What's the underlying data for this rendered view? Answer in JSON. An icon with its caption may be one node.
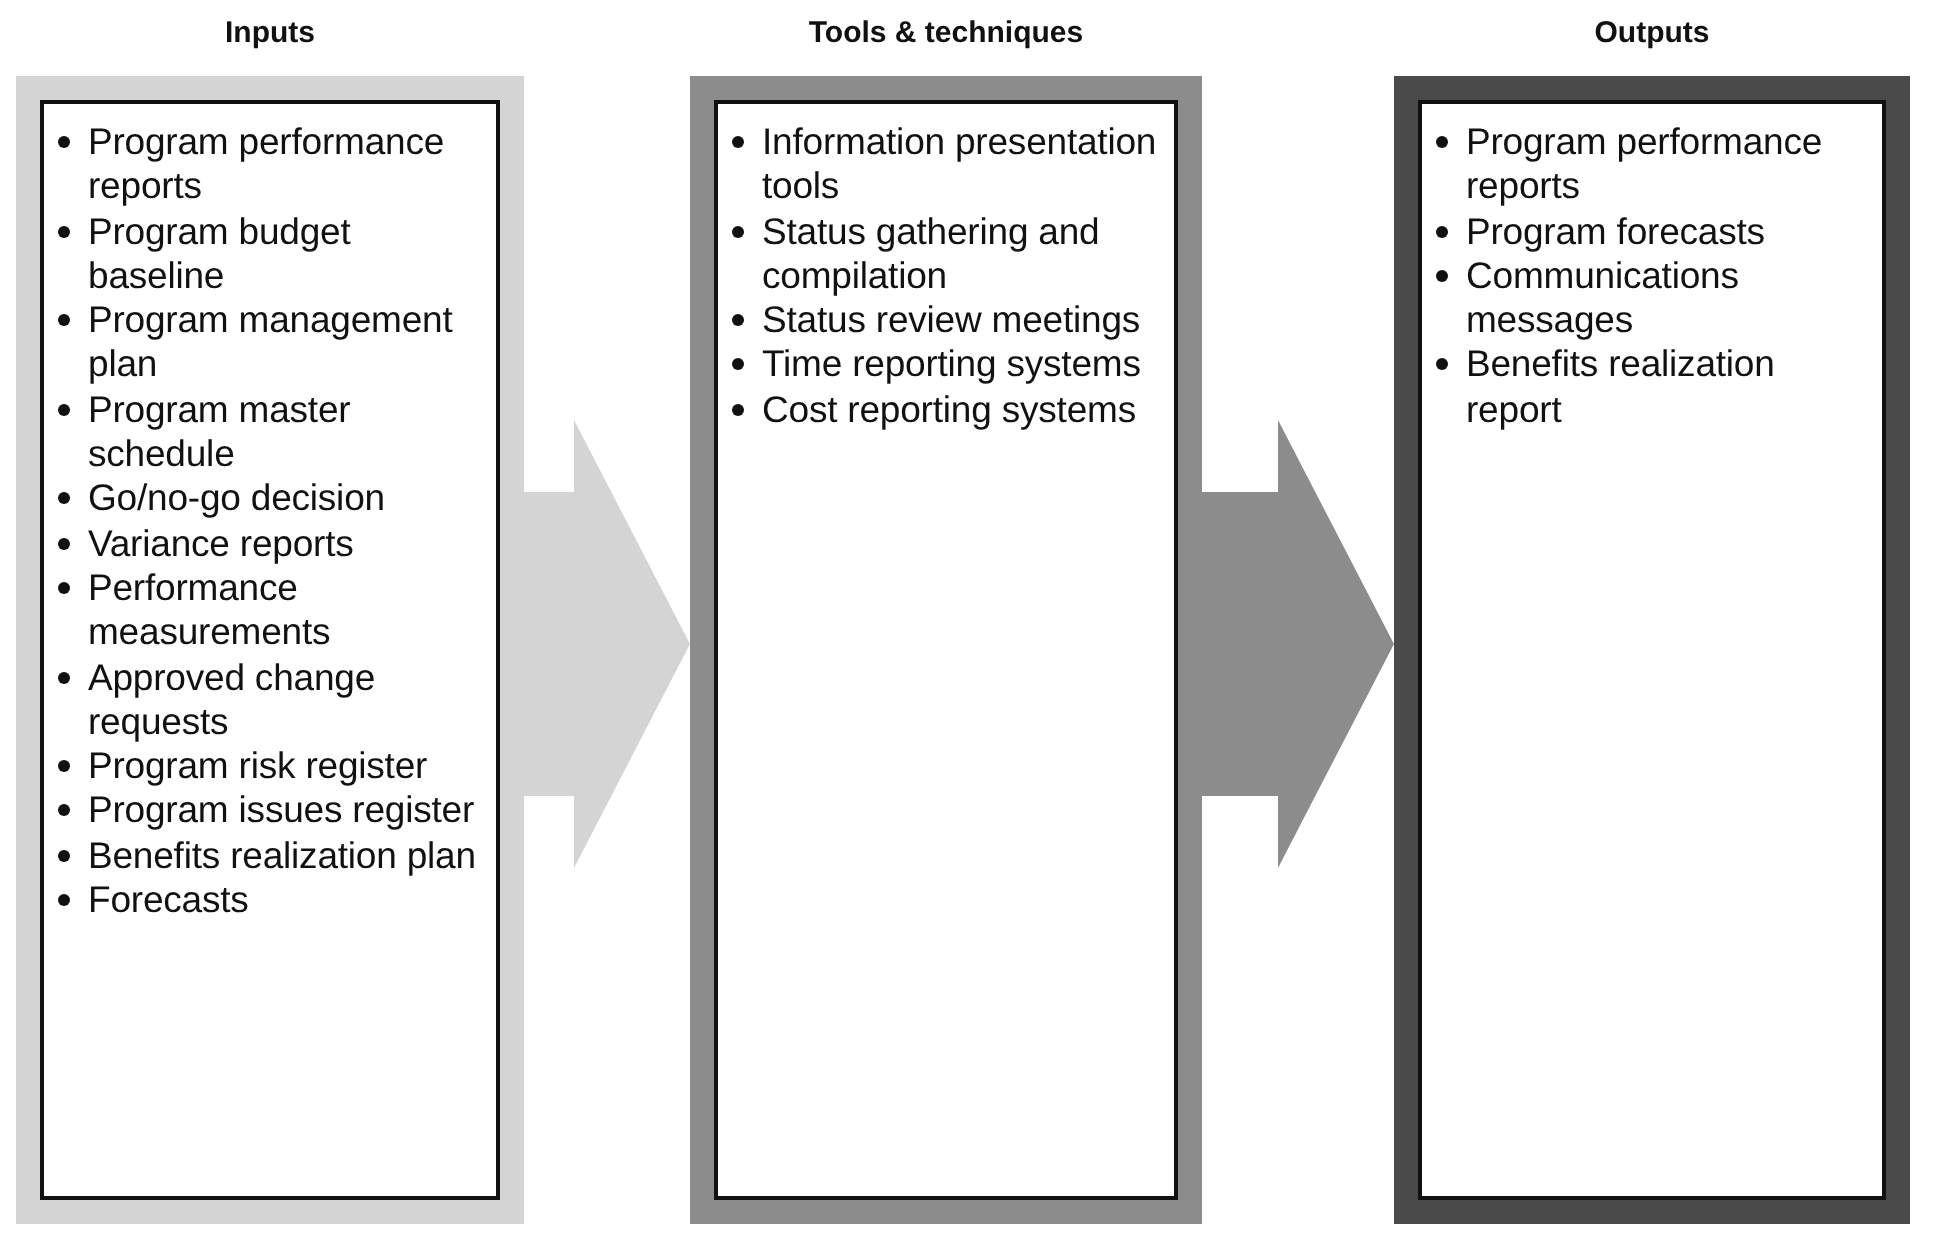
{
  "diagram": {
    "nodes": [
      {
        "text": [
          "Inputs",
          "Program performance reports",
          "Program budget baseline",
          "Program management plan",
          "Program master schedule",
          "Go/no-go decision",
          "Variance reports",
          "Performance measurements",
          "Approved change requests",
          "Program risk register",
          "Program issues register",
          "Benefits realization plan",
          "Forecasts"
        ]
      },
      {
        "text": [
          "Tools & techniques",
          "Information presentation tools",
          "Status gathering and compilation",
          "Status review meetings",
          "Time reporting systems",
          "Cost reporting systems"
        ]
      },
      {
        "text": [
          "Outputs",
          "Program performance reports",
          "Program forecasts",
          "Communications messages",
          "Benefits realization report"
        ]
      }
    ],
    "edges": [
      {
        "from": 0,
        "to": 1,
        "arrow": "to",
        "color": "#d4d4d4"
      },
      {
        "from": 1,
        "to": 2,
        "arrow": "to",
        "color": "#8c8c8c"
      }
    ]
  }
}
